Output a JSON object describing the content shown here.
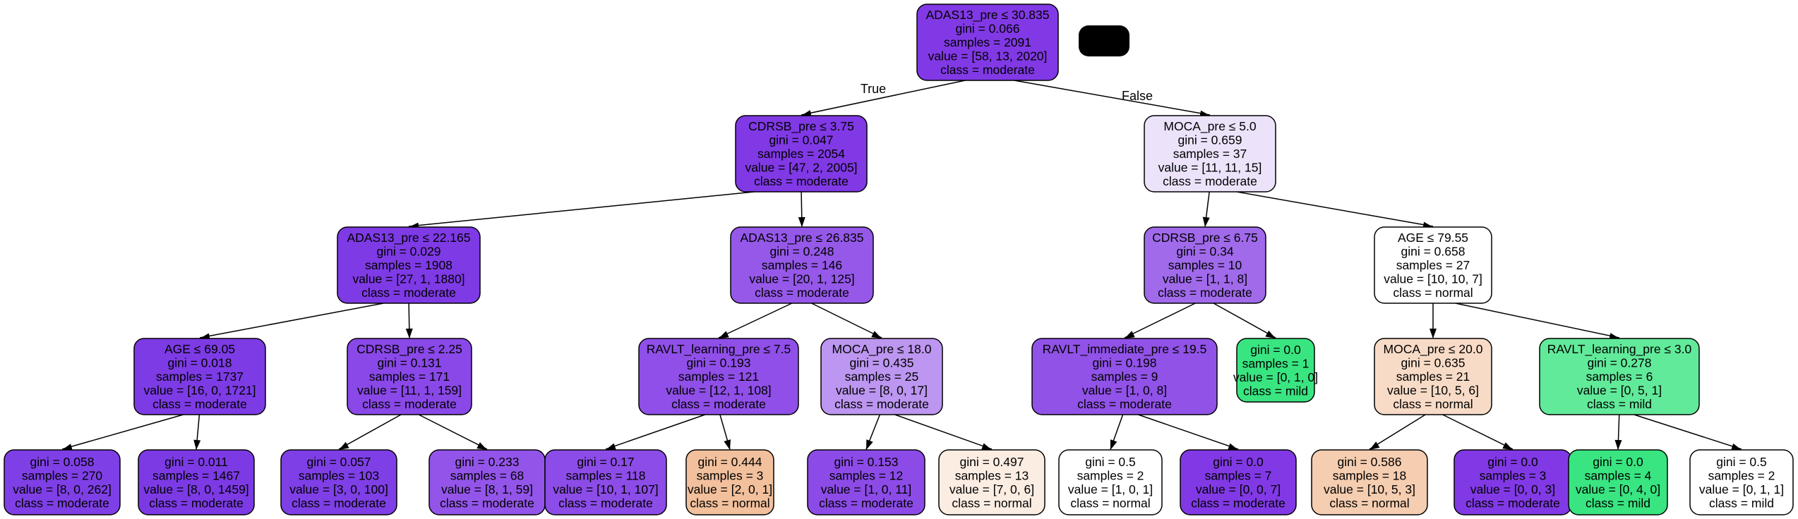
{
  "tree": {
    "nodes": [
      {
        "id": "n0",
        "lines": [
          "ADAS13_pre ≤ 30.835",
          "gini = 0.066",
          "samples = 2091",
          "value = [58, 13, 2020]",
          "class = moderate"
        ],
        "fill": "#8139e5"
      },
      {
        "id": "n1",
        "lines": [
          "CDRSB_pre ≤ 3.75",
          "gini = 0.047",
          "samples = 2054",
          "value = [47, 2, 2005]",
          "class = moderate"
        ],
        "fill": "#8039e5"
      },
      {
        "id": "n2",
        "lines": [
          "MOCA_pre ≤ 5.0",
          "gini = 0.659",
          "samples = 37",
          "value = [11, 11, 15]",
          "class = moderate"
        ],
        "fill": "#ece3fb"
      },
      {
        "id": "n3",
        "lines": [
          "ADAS13_pre ≤ 22.165",
          "gini = 0.029",
          "samples = 1908",
          "value = [27, 1, 1880]",
          "class = moderate"
        ],
        "fill": "#7e3ae5"
      },
      {
        "id": "n4",
        "lines": [
          "ADAS13_pre ≤ 26.835",
          "gini = 0.248",
          "samples = 146",
          "value = [20, 1, 125]",
          "class = moderate"
        ],
        "fill": "#9558e9"
      },
      {
        "id": "n5",
        "lines": [
          "CDRSB_pre ≤ 6.75",
          "gini = 0.34",
          "samples = 10",
          "value = [1, 1, 8]",
          "class = moderate"
        ],
        "fill": "#a06aeb"
      },
      {
        "id": "n6",
        "lines": [
          "AGE ≤ 79.55",
          "gini = 0.658",
          "samples = 27",
          "value = [10, 10, 7]",
          "class = normal"
        ],
        "fill": "#ffffff"
      },
      {
        "id": "n7",
        "lines": [
          "AGE ≤ 69.05",
          "gini = 0.018",
          "samples = 1737",
          "value = [16, 0, 1721]",
          "class = moderate"
        ],
        "fill": "#7d3be5"
      },
      {
        "id": "n8",
        "lines": [
          "CDRSB_pre ≤ 2.25",
          "gini = 0.131",
          "samples = 171",
          "value = [11, 1, 159]",
          "class = moderate"
        ],
        "fill": "#8948e7"
      },
      {
        "id": "n9",
        "lines": [
          "RAVLT_learning_pre ≤ 7.5",
          "gini = 0.193",
          "samples = 121",
          "value = [12, 1, 108]",
          "class = moderate"
        ],
        "fill": "#8f4fe8"
      },
      {
        "id": "n10",
        "lines": [
          "MOCA_pre ≤ 18.0",
          "gini = 0.435",
          "samples = 25",
          "value = [8, 0, 17]",
          "class = moderate"
        ],
        "fill": "#bc96f0"
      },
      {
        "id": "n11",
        "lines": [
          "RAVLT_immediate_pre ≤ 19.5",
          "gini = 0.198",
          "samples = 9",
          "value = [1, 0, 8]",
          "class = moderate"
        ],
        "fill": "#9152e8"
      },
      {
        "id": "n12",
        "lines": [
          "gini = 0.0",
          "samples = 1",
          "value = [0, 1, 0]",
          "class = mild"
        ],
        "fill": "#39e581"
      },
      {
        "id": "n13",
        "lines": [
          "MOCA_pre ≤ 20.0",
          "gini = 0.635",
          "samples = 21",
          "value = [10, 5, 6]",
          "class = normal"
        ],
        "fill": "#f8dbc6"
      },
      {
        "id": "n14",
        "lines": [
          "RAVLT_learning_pre ≤ 3.0",
          "gini = 0.278",
          "samples = 6",
          "value = [0, 5, 1]",
          "class = mild"
        ],
        "fill": "#61ea9a"
      },
      {
        "id": "n15",
        "lines": [
          "gini = 0.058",
          "samples = 270",
          "value = [8, 0, 262]",
          "class = moderate"
        ],
        "fill": "#7f3fe6"
      },
      {
        "id": "n16",
        "lines": [
          "gini = 0.011",
          "samples = 1467",
          "value = [8, 0, 1459]",
          "class = moderate"
        ],
        "fill": "#7c3ae5"
      },
      {
        "id": "n17",
        "lines": [
          "gini = 0.057",
          "samples = 103",
          "value = [3, 0, 100]",
          "class = moderate"
        ],
        "fill": "#7f3fe6"
      },
      {
        "id": "n18",
        "lines": [
          "gini = 0.233",
          "samples = 68",
          "value = [8, 1, 59]",
          "class = moderate"
        ],
        "fill": "#9355e9"
      },
      {
        "id": "n19",
        "lines": [
          "gini = 0.17",
          "samples = 118",
          "value = [10, 1, 107]",
          "class = moderate"
        ],
        "fill": "#8c4ce7"
      },
      {
        "id": "n20",
        "lines": [
          "gini = 0.444",
          "samples = 3",
          "value = [2, 0, 1]",
          "class = normal"
        ],
        "fill": "#f2c09c"
      },
      {
        "id": "n21",
        "lines": [
          "gini = 0.153",
          "samples = 12",
          "value = [1, 0, 11]",
          "class = moderate"
        ],
        "fill": "#8c4be7"
      },
      {
        "id": "n22",
        "lines": [
          "gini = 0.497",
          "samples = 13",
          "value = [7, 0, 6]",
          "class = normal"
        ],
        "fill": "#fcede3"
      },
      {
        "id": "n23",
        "lines": [
          "gini = 0.5",
          "samples = 2",
          "value = [1, 0, 1]",
          "class = normal"
        ],
        "fill": "#ffffff"
      },
      {
        "id": "n24",
        "lines": [
          "gini = 0.0",
          "samples = 7",
          "value = [0, 0, 7]",
          "class = moderate"
        ],
        "fill": "#8139e5"
      },
      {
        "id": "n25",
        "lines": [
          "gini = 0.586",
          "samples = 18",
          "value = [10, 5, 3]",
          "class = normal"
        ],
        "fill": "#f5cdb0"
      },
      {
        "id": "n26",
        "lines": [
          "gini = 0.0",
          "samples = 3",
          "value = [0, 0, 3]",
          "class = moderate"
        ],
        "fill": "#8139e5"
      },
      {
        "id": "n27",
        "lines": [
          "gini = 0.0",
          "samples = 4",
          "value = [0, 4, 0]",
          "class = mild"
        ],
        "fill": "#39e581"
      },
      {
        "id": "n28",
        "lines": [
          "gini = 0.5",
          "samples = 2",
          "value = [0, 1, 1]",
          "class = mild"
        ],
        "fill": "#ffffff"
      }
    ],
    "edges": [
      {
        "from": "n0",
        "to": "n1",
        "label": "True"
      },
      {
        "from": "n0",
        "to": "n2",
        "label": "False"
      },
      {
        "from": "n1",
        "to": "n3",
        "label": ""
      },
      {
        "from": "n1",
        "to": "n4",
        "label": ""
      },
      {
        "from": "n2",
        "to": "n5",
        "label": ""
      },
      {
        "from": "n2",
        "to": "n6",
        "label": ""
      },
      {
        "from": "n3",
        "to": "n7",
        "label": ""
      },
      {
        "from": "n3",
        "to": "n8",
        "label": ""
      },
      {
        "from": "n4",
        "to": "n9",
        "label": ""
      },
      {
        "from": "n4",
        "to": "n10",
        "label": ""
      },
      {
        "from": "n5",
        "to": "n11",
        "label": ""
      },
      {
        "from": "n5",
        "to": "n12",
        "label": ""
      },
      {
        "from": "n6",
        "to": "n13",
        "label": ""
      },
      {
        "from": "n6",
        "to": "n14",
        "label": ""
      },
      {
        "from": "n7",
        "to": "n15",
        "label": ""
      },
      {
        "from": "n7",
        "to": "n16",
        "label": ""
      },
      {
        "from": "n8",
        "to": "n17",
        "label": ""
      },
      {
        "from": "n8",
        "to": "n18",
        "label": ""
      },
      {
        "from": "n9",
        "to": "n19",
        "label": ""
      },
      {
        "from": "n9",
        "to": "n20",
        "label": ""
      },
      {
        "from": "n10",
        "to": "n21",
        "label": ""
      },
      {
        "from": "n10",
        "to": "n22",
        "label": ""
      },
      {
        "from": "n11",
        "to": "n23",
        "label": ""
      },
      {
        "from": "n11",
        "to": "n24",
        "label": ""
      },
      {
        "from": "n13",
        "to": "n25",
        "label": ""
      },
      {
        "from": "n13",
        "to": "n26",
        "label": ""
      },
      {
        "from": "n14",
        "to": "n27",
        "label": ""
      },
      {
        "from": "n14",
        "to": "n28",
        "label": ""
      }
    ]
  }
}
